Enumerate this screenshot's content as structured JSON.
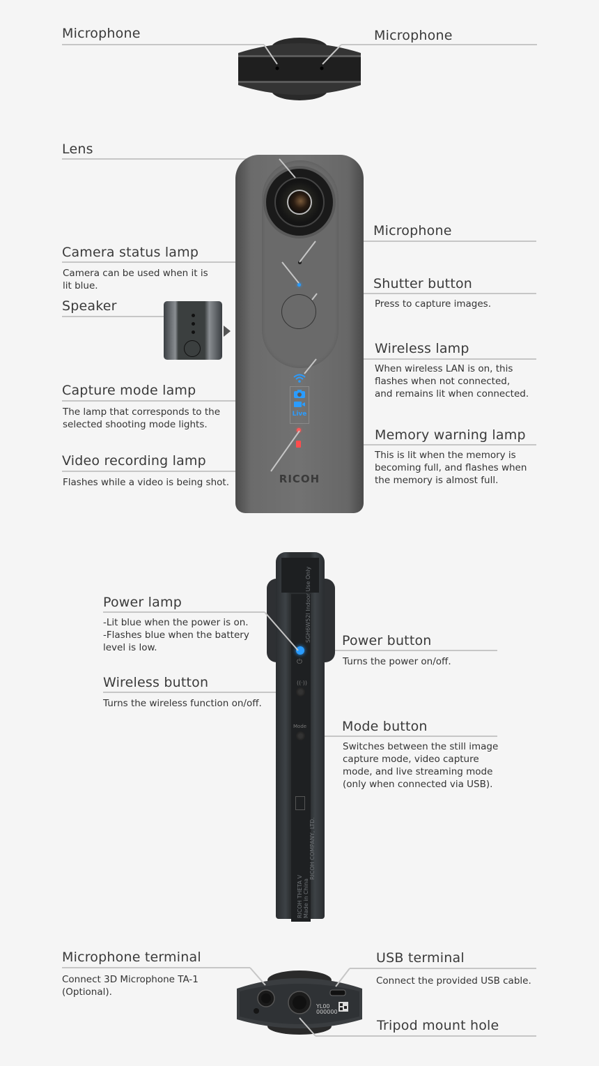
{
  "top_view": {
    "labels": [
      {
        "title": "Microphone"
      },
      {
        "title": "Microphone"
      }
    ]
  },
  "front_view": {
    "left_labels": [
      {
        "title": "Lens"
      },
      {
        "title": "Camera status lamp",
        "description": "Camera can be used when it is\nlit blue."
      },
      {
        "title": "Speaker"
      },
      {
        "title": "Capture mode lamp",
        "description": "The lamp that corresponds to the\nselected shooting mode lights."
      },
      {
        "title": "Video recording lamp",
        "description": "Flashes while a video is being shot."
      }
    ],
    "right_labels": [
      {
        "title": "Microphone"
      },
      {
        "title": "Shutter button",
        "description": "Press to capture images."
      },
      {
        "title": "Wireless lamp",
        "description": "When wireless LAN is on, this\nflashes when not connected,\nand remains lit when connected."
      },
      {
        "title": "Memory warning lamp",
        "description": "This is lit when the memory is\nbecoming full, and flashes when\nthe memory is almost full."
      }
    ],
    "device": {
      "brand": "RICOH",
      "mode_icons": [
        "camera-icon",
        "video-icon",
        "live-icon"
      ],
      "live_label": "Live",
      "lamp_colors": {
        "blue": "#2a9cff",
        "red": "#ff4d4d"
      }
    }
  },
  "side_view": {
    "left_labels": [
      {
        "title": "Power lamp",
        "description": "-Lit blue when the power is on.\n-Flashes blue when the battery\n  level is low."
      },
      {
        "title": "Wireless button",
        "description": "Turns the wireless function on/off."
      }
    ],
    "right_labels": [
      {
        "title": "Power button",
        "description": "Turns the power on/off."
      },
      {
        "title": "Mode button",
        "description": "Switches between the still image\ncapture mode, video capture\nmode, and live streaming mode\n(only when connected via USB)."
      }
    ],
    "device": {
      "mode_label": "Mode",
      "print_top": "SGH6W52I Indoor Use Only",
      "print_model": "RICOH THETA V",
      "print_origin": "Made in China",
      "print_company": "RICOH COMPANY, LTD."
    }
  },
  "bottom_view": {
    "left_labels": [
      {
        "title": "Microphone terminal",
        "description": "Connect 3D Microphone TA-1\n (Optional)."
      }
    ],
    "right_labels": [
      {
        "title": "USB terminal",
        "description": "Connect the provided USB cable."
      },
      {
        "title": "Tripod mount hole"
      }
    ],
    "device": {
      "serial_line1": "YL00",
      "serial_line2": "000000"
    }
  },
  "colors": {
    "background": "#f5f5f5",
    "leader_line": "#c6c6c6",
    "text": "#333333"
  }
}
